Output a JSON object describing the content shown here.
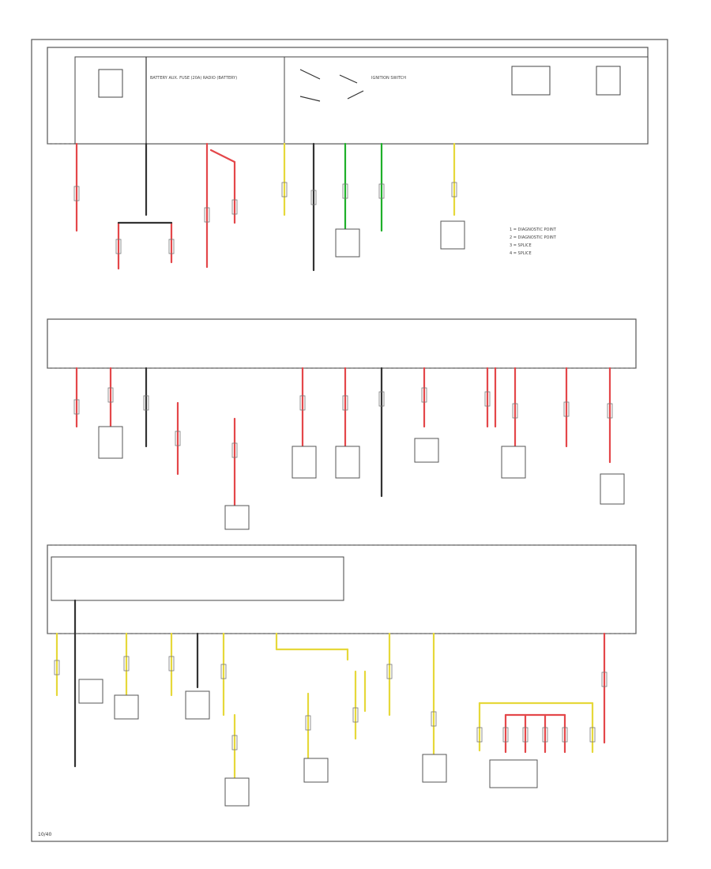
{
  "diagram": {
    "colors": {
      "wire_red": "#e4474a",
      "wire_green": "#1fb02a",
      "wire_yellow": "#e6d83a",
      "wire_black": "#333333",
      "connector": "#777777"
    },
    "page_ref": "10/40",
    "top_box": {
      "left_label": "BATTERY AUX. FUSE (20A) RADIO (BATTERY)",
      "switch_label": "IGNITION SWITCH"
    },
    "legend": {
      "items": [
        "1 = DIAGNOSTIC POINT",
        "2 = DIAGNOSTIC POINT",
        "3 = SPLICE",
        "4 = SPLICE"
      ]
    }
  }
}
